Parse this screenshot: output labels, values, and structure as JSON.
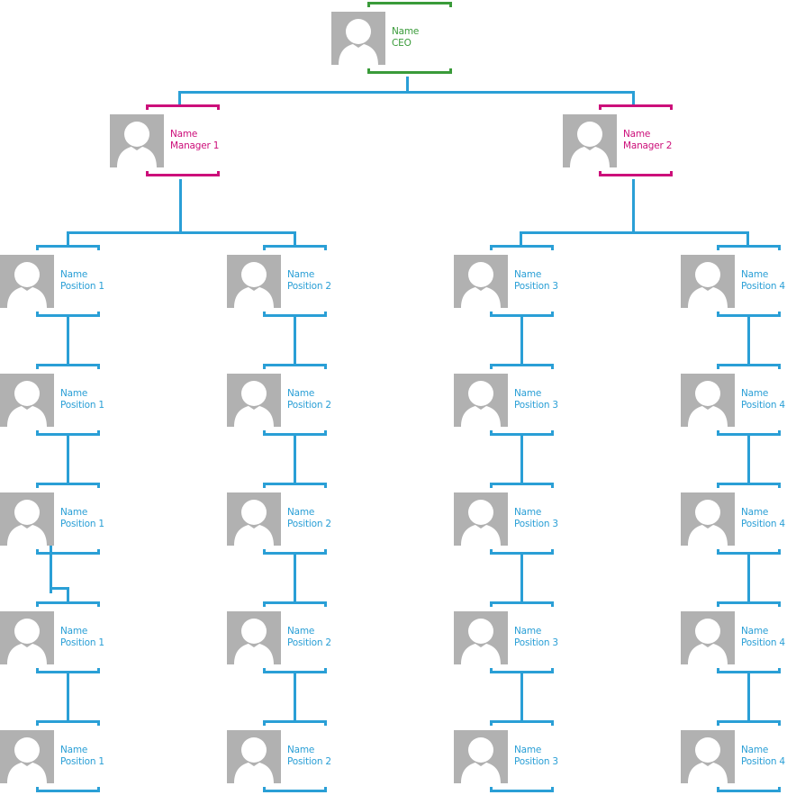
{
  "colors": {
    "ceo": "#3a9b3a",
    "manager": "#cc0f7a",
    "position": "#2a9fd6",
    "connector": "#2a9fd6",
    "photo_bg": "#b1b1b1"
  },
  "ceo": {
    "name": "Name",
    "title": "CEO"
  },
  "managers": [
    {
      "name": "Name",
      "title": "Manager 1"
    },
    {
      "name": "Name",
      "title": "Manager 2"
    }
  ],
  "columns": [
    {
      "manager": 1,
      "cards": [
        {
          "name": "Name",
          "title": "Position 1"
        },
        {
          "name": "Name",
          "title": "Position 1"
        },
        {
          "name": "Name",
          "title": "Position 1"
        },
        {
          "name": "Name",
          "title": "Position 1"
        },
        {
          "name": "Name",
          "title": "Position 1"
        }
      ]
    },
    {
      "manager": 1,
      "cards": [
        {
          "name": "Name",
          "title": "Position 2"
        },
        {
          "name": "Name",
          "title": "Position 2"
        },
        {
          "name": "Name",
          "title": "Position 2"
        },
        {
          "name": "Name",
          "title": "Position 2"
        },
        {
          "name": "Name",
          "title": "Position 2"
        }
      ]
    },
    {
      "manager": 2,
      "cards": [
        {
          "name": "Name",
          "title": "Position 3"
        },
        {
          "name": "Name",
          "title": "Position 3"
        },
        {
          "name": "Name",
          "title": "Position 3"
        },
        {
          "name": "Name",
          "title": "Position 3"
        },
        {
          "name": "Name",
          "title": "Position 3"
        }
      ]
    },
    {
      "manager": 2,
      "cards": [
        {
          "name": "Name",
          "title": "Position 4"
        },
        {
          "name": "Name",
          "title": "Position 4"
        },
        {
          "name": "Name",
          "title": "Position 4"
        },
        {
          "name": "Name",
          "title": "Position 4"
        },
        {
          "name": "Name",
          "title": "Position 4"
        }
      ]
    }
  ]
}
